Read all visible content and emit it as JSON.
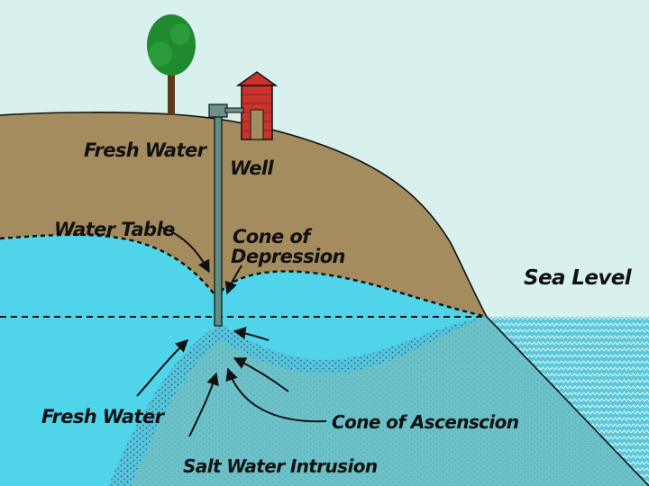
{
  "labels": {
    "fresh_water_top": "Fresh Water",
    "well": "Well",
    "water_table": "Water Table",
    "cone_of_depression_line1": "Cone of",
    "cone_of_depression_line2": "Depression",
    "sea_level": "Sea Level",
    "fresh_water_bottom": "Fresh Water",
    "cone_of_ascension": "Cone of Ascenscion",
    "salt_water_intrusion": "Salt Water Intrusion"
  },
  "colors": {
    "sky": "#d8f0ee",
    "land": "#a48c5e",
    "fresh_water": "#4fd4ea",
    "salt_water": "#6cc2c8",
    "transition_zone": "#58c4dc",
    "sea_surface": "#5ec8d8",
    "well_pipe": "#5e8f86",
    "pump_house": "#c8342c",
    "tree_foliage": "#1f8a2e"
  },
  "icons": {
    "tree": "tree-icon",
    "pump_house": "pump-house-icon",
    "well": "well-pipe-icon"
  }
}
